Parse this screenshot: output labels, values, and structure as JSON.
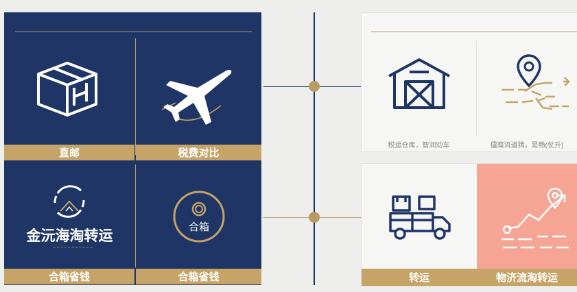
{
  "left_panel": {
    "cells": [
      {
        "label": "直邮",
        "icon": "box-icon"
      },
      {
        "label": "税费对比",
        "icon": "airplane-icon"
      },
      {
        "label": "合箱省钱",
        "icon": "brand-logo-icon",
        "brand_text": "金沅海淘转运"
      },
      {
        "label": "合箱省钱",
        "icon": "merge-box-icon",
        "icon_text": "合箱"
      }
    ]
  },
  "right_top": {
    "items": [
      {
        "caption": "税运仓库，智润劝车",
        "icon": "warehouse-icon"
      },
      {
        "caption": "僵糜流道猜，是畅(仗升)",
        "icon": "location-route-icon"
      }
    ]
  },
  "right_bottom": {
    "items": [
      {
        "label": "转运",
        "icon": "truck-icon"
      },
      {
        "label": "物济流淘转运",
        "icon": "trend-route-icon"
      }
    ]
  },
  "colors": {
    "navy": "#1f3566",
    "gold": "#c6a467",
    "salmon": "#f6a594",
    "background": "#eeeeec"
  }
}
